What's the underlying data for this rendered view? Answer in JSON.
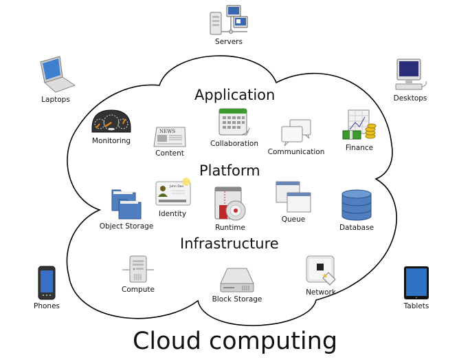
{
  "title": "Cloud computing",
  "layers": {
    "application": "Application",
    "platform": "Platform",
    "infrastructure": "Infrastructure"
  },
  "devices": {
    "servers": "Servers",
    "laptops": "Laptops",
    "desktops": "Desktops",
    "phones": "Phones",
    "tablets": "Tablets"
  },
  "application": {
    "monitoring": "Monitoring",
    "content": "Content",
    "collaboration": "Collaboration",
    "communication": "Communication",
    "finance": "Finance"
  },
  "platform": {
    "object_storage": "Object Storage",
    "identity": "Identity",
    "runtime": "Runtime",
    "queue": "Queue",
    "database": "Database"
  },
  "infrastructure": {
    "compute": "Compute",
    "block_storage": "Block Storage",
    "network": "Network"
  },
  "icon_text": {
    "news": "NEWS",
    "id_name": "John Doe"
  },
  "colors": {
    "outline": "#000000",
    "screen_blue": "#3a66b0",
    "folder_blue": "#4f7fbf",
    "green": "#3c9a2e",
    "gold": "#e8c020",
    "red": "#c0282a"
  }
}
